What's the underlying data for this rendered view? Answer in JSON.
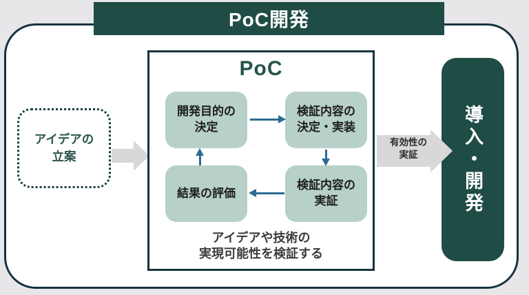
{
  "header": {
    "title": "PoC開発"
  },
  "idea_box": {
    "label": "アイデアの\n立案"
  },
  "poc_panel": {
    "title": "PoC",
    "stages": [
      {
        "label": "開発目的の\n決定"
      },
      {
        "label": "検証内容の\n決定・実装"
      },
      {
        "label": "検証内容の\n実証"
      },
      {
        "label": "結果の評価"
      }
    ],
    "caption": "アイデアや技術の\n実現可能性を検証する"
  },
  "transition": {
    "label": "有効性の\n実証"
  },
  "deploy_box": {
    "label": "導入・開発"
  },
  "colors": {
    "dark_green": "#1F4C44",
    "light_green": "#B7D0C9",
    "navy_border": "#15333F",
    "teal_arrow": "#2A6C92",
    "gray_arrow": "#D8D8D8",
    "title_green": "#24544B",
    "background": "#E7E6E9"
  }
}
